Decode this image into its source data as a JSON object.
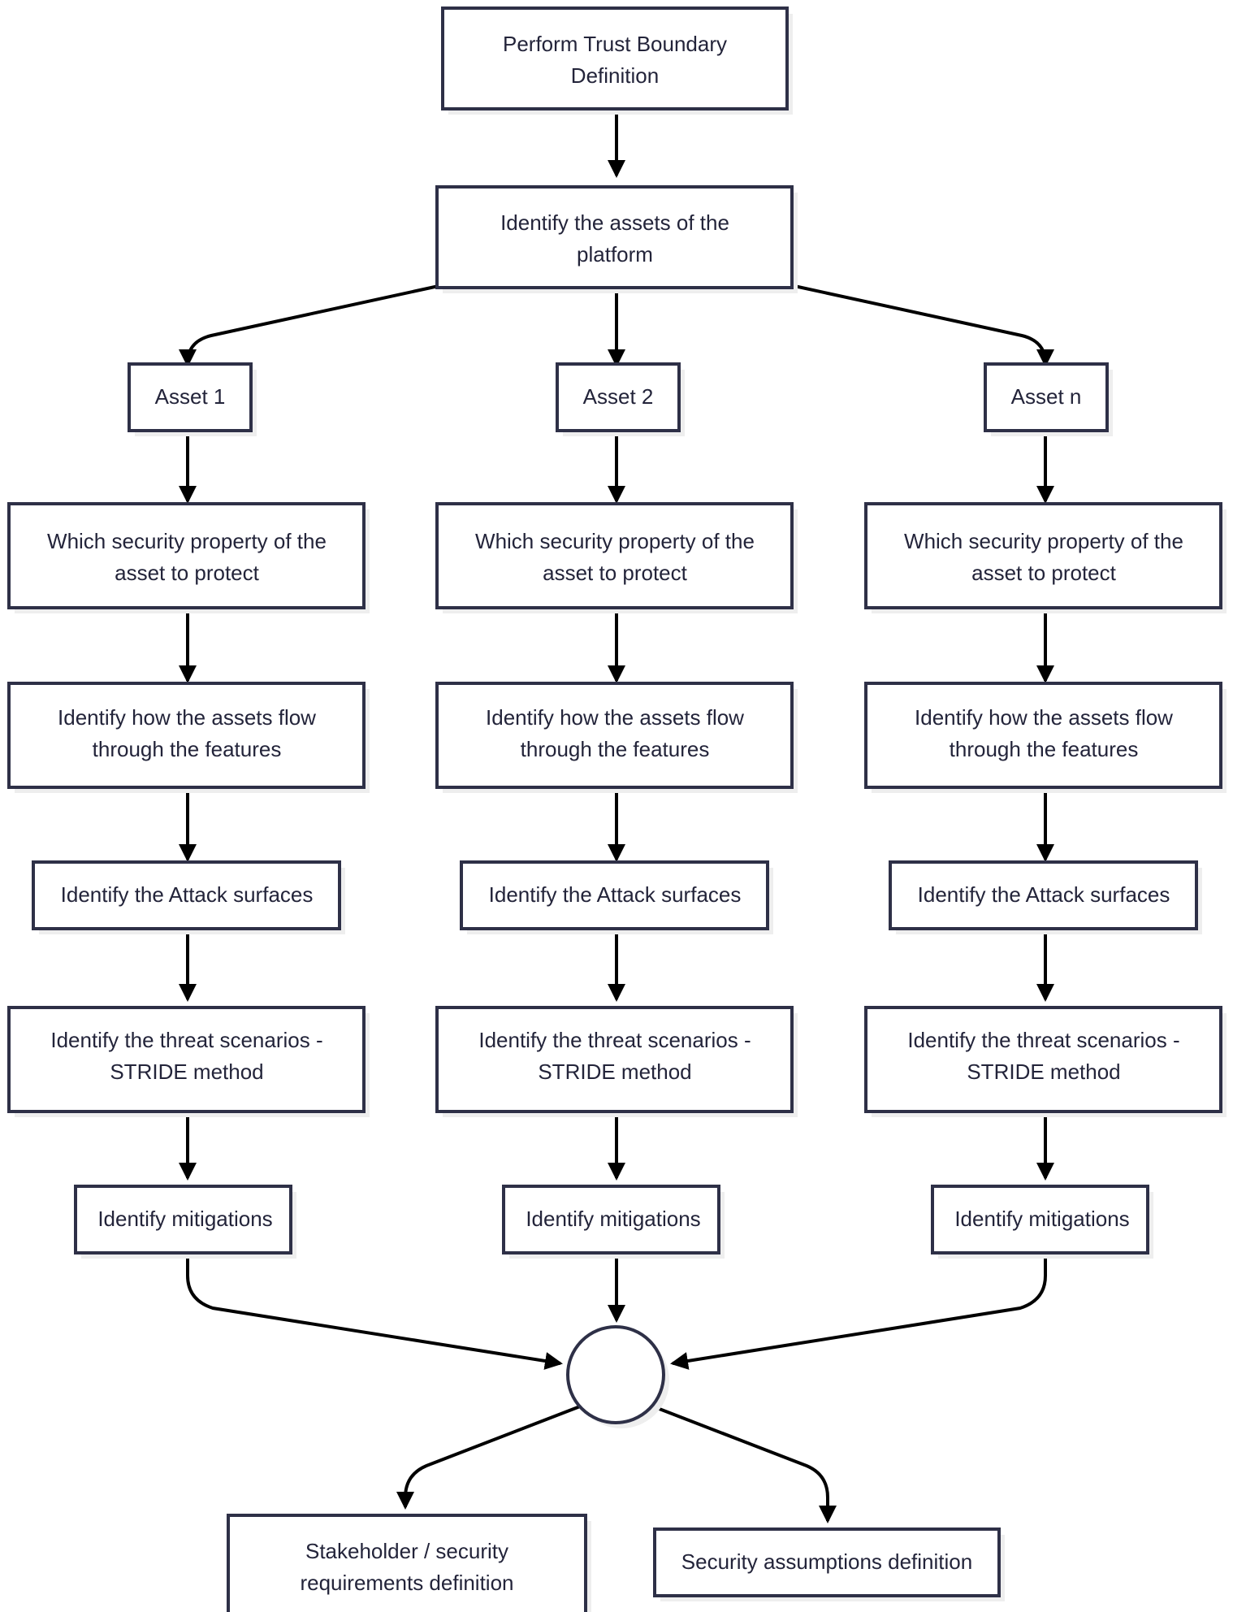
{
  "diagram": {
    "title": "Threat modelling process flowchart",
    "colors": {
      "node_border": "#2e3047",
      "node_fill": "#ffffff",
      "node_shadow": "#eeeeee",
      "edge": "#000000",
      "text": "#23243a",
      "background": "#ffffff"
    },
    "nodes": {
      "trust_boundary": {
        "line1": "Perform Trust Boundary",
        "line2": "Definition"
      },
      "identify_assets": {
        "line1": "Identify the assets of the",
        "line2": "platform"
      },
      "asset_1": {
        "line1": "Asset 1"
      },
      "asset_2": {
        "line1": "Asset 2"
      },
      "asset_n": {
        "line1": "Asset n"
      },
      "security_property_1": {
        "line1": "Which security property of the",
        "line2": "asset to protect"
      },
      "security_property_2": {
        "line1": "Which security property of the",
        "line2": "asset to protect"
      },
      "security_property_n": {
        "line1": "Which security property of the",
        "line2": "asset to protect"
      },
      "assets_flow_1": {
        "line1": "Identify how the assets flow",
        "line2": "through the features"
      },
      "assets_flow_2": {
        "line1": "Identify how the assets flow",
        "line2": "through the features"
      },
      "assets_flow_n": {
        "line1": "Identify how the assets flow",
        "line2": "through the features"
      },
      "attack_surfaces_1": {
        "line1": "Identify the Attack surfaces"
      },
      "attack_surfaces_2": {
        "line1": "Identify the Attack surfaces"
      },
      "attack_surfaces_n": {
        "line1": "Identify the Attack surfaces"
      },
      "threat_scenarios_1": {
        "line1": "Identify the threat scenarios -",
        "line2": "STRIDE method"
      },
      "threat_scenarios_2": {
        "line1": "Identify the threat scenarios -",
        "line2": "STRIDE method"
      },
      "threat_scenarios_n": {
        "line1": "Identify the threat scenarios -",
        "line2": "STRIDE method"
      },
      "mitigations_1": {
        "line1": "Identify mitigations"
      },
      "mitigations_2": {
        "line1": "Identify mitigations"
      },
      "mitigations_n": {
        "line1": "Identify mitigations"
      },
      "junction": {
        "line1": ""
      },
      "stakeholder_requirements": {
        "line1": "Stakeholder / security",
        "line2": "requirements definition"
      },
      "security_assumptions": {
        "line1": "Security assumptions definition"
      }
    }
  }
}
